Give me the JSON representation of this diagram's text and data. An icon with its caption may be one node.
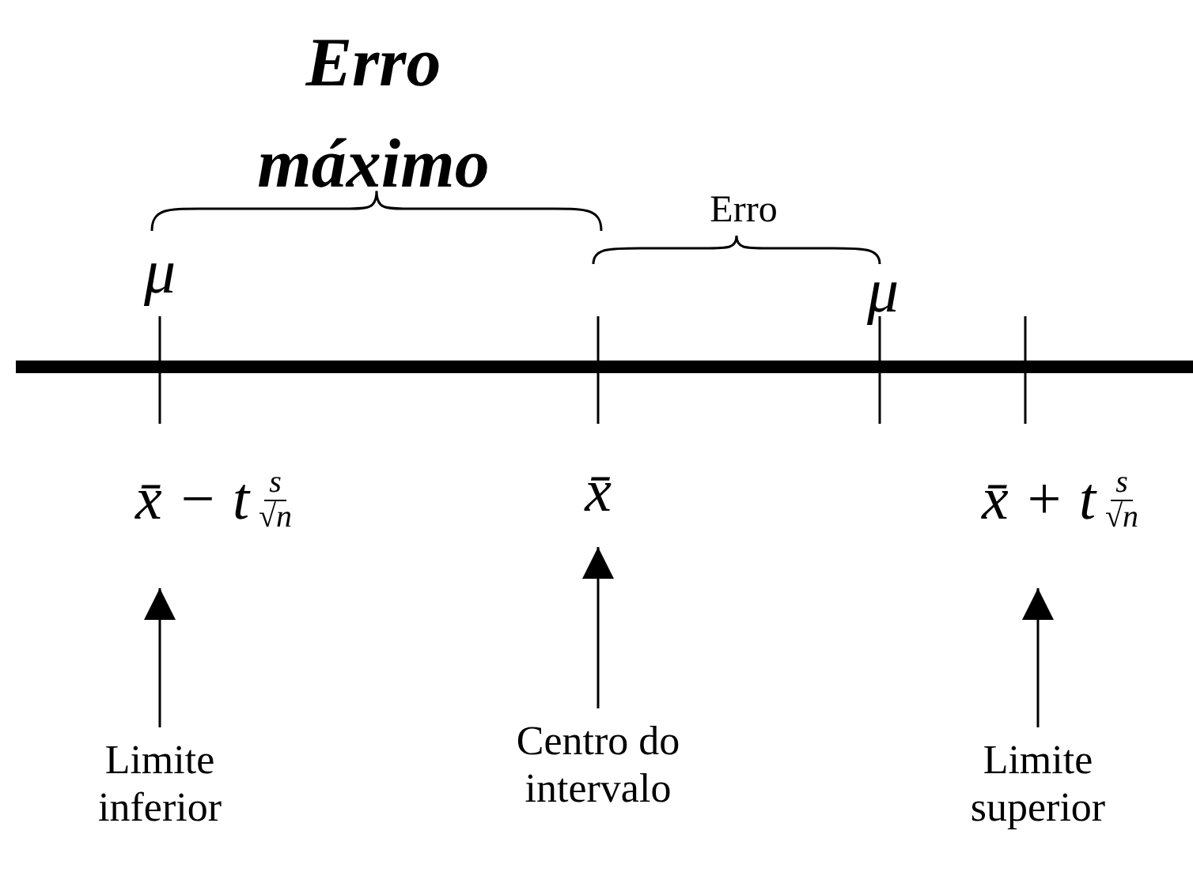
{
  "diagram": {
    "nodes": [
      {
        "text": [
          "x̄ − t",
          "s",
          "√n"
        ]
      },
      {
        "text": [
          "x̄"
        ]
      },
      {
        "text": [
          "x̄ + t",
          "s",
          "√n"
        ]
      },
      {
        "text": [
          "Limite inferior"
        ]
      },
      {
        "text": [
          "Centro do intervalo"
        ]
      },
      {
        "text": [
          "Limite superior"
        ]
      }
    ],
    "edges": [
      {
        "from": 3,
        "to": 0,
        "arrow": "to"
      },
      {
        "from": 4,
        "to": 1,
        "arrow": "to"
      },
      {
        "from": 5,
        "to": 2,
        "arrow": "to"
      }
    ],
    "labels": [
      "Erro máximo",
      "μ",
      "Erro",
      "μ"
    ]
  }
}
